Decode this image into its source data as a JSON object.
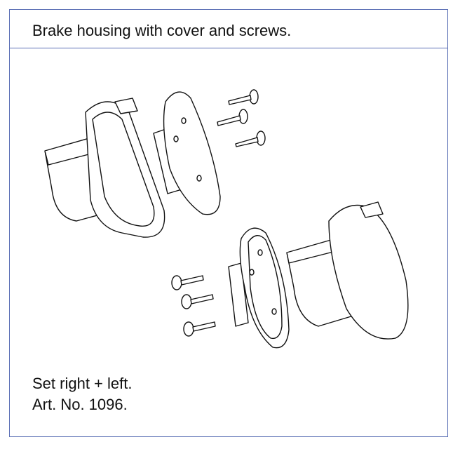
{
  "header": {
    "title": "Brake housing with cover and screws."
  },
  "caption": {
    "line1": "Set right + left.",
    "line2": "Art. No. 1096."
  },
  "colors": {
    "border": "#5b6fb5",
    "text": "#111111"
  }
}
